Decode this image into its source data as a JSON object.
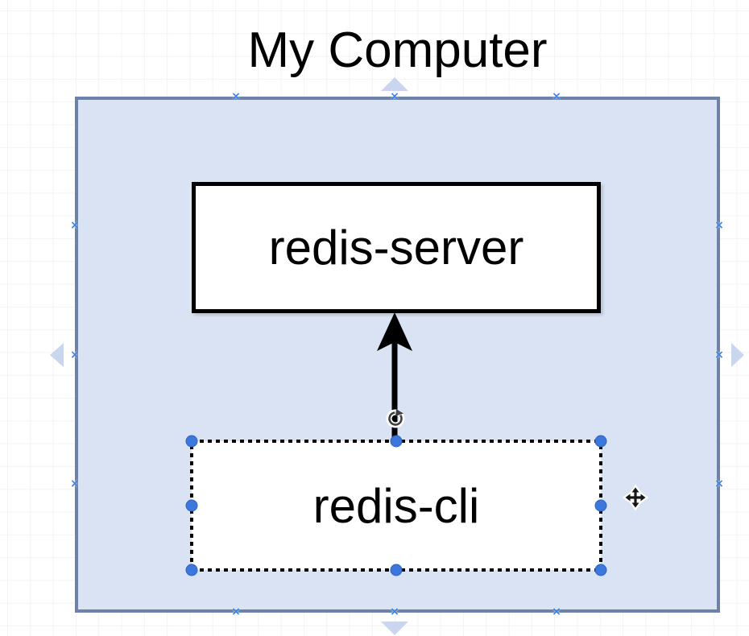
{
  "title": {
    "text": "My Computer"
  },
  "nodes": {
    "server": {
      "label": "redis-server"
    },
    "cli": {
      "label": "redis-cli",
      "selected": true
    }
  },
  "edge": {
    "from": "redis-cli",
    "to": "redis-server",
    "direction": "up"
  },
  "icons": {
    "connection_cross": "×",
    "rotate_handle": "↻",
    "move_cursor": "✥"
  },
  "colors": {
    "canvas-bg": "#ffffff",
    "grid-line": "#f3f3f6",
    "container-fill": "#dae3f4",
    "container-stroke": "#6c82a8",
    "node-fill": "#ffffff",
    "node-stroke": "#000000",
    "edge-color": "#000000",
    "handle-fill": "#3c78dc",
    "handle-stroke": "#2f64c4",
    "connection-cross": "#4080e0",
    "direction-arrow": "#c9d6ee",
    "icon-dark": "#3f3f3f",
    "title-color": "#000000"
  }
}
